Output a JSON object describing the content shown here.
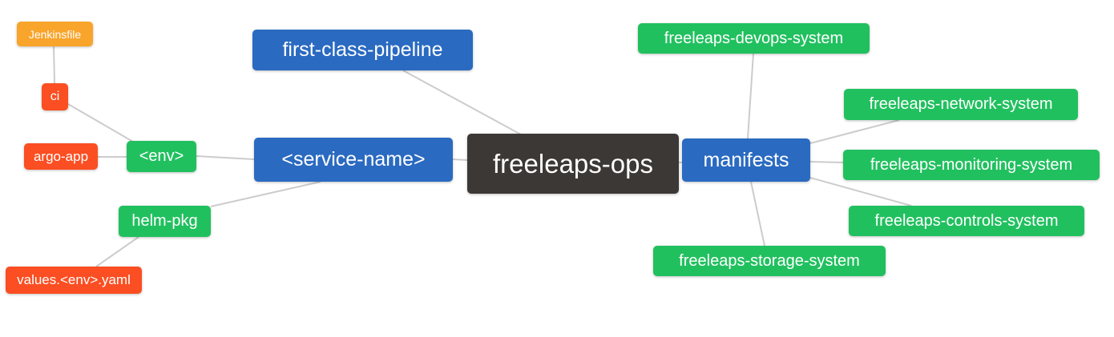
{
  "diagram": {
    "type": "mindmap",
    "background_color": "#ffffff",
    "edge_color": "#cccccc",
    "palette": {
      "root_node": "#3c3836",
      "branch_blue": "#2a6ac1",
      "leaf_green": "#21c05f",
      "leaf_red": "#fb4e22",
      "leaf_amber": "#f9a42a",
      "node_text": "#ffffff"
    },
    "nodes": [
      {
        "id": "jenkinsfile",
        "label": "Jenkinsfile",
        "color": "#f9a42a"
      },
      {
        "id": "ci",
        "label": "ci",
        "color": "#fb4e22"
      },
      {
        "id": "argo-app",
        "label": "argo-app",
        "color": "#fb4e22"
      },
      {
        "id": "env",
        "label": "<env>",
        "color": "#21c05f"
      },
      {
        "id": "first-class-pipeline",
        "label": "first-class-pipeline",
        "color": "#2a6ac1"
      },
      {
        "id": "service-name",
        "label": "<service-name>",
        "color": "#2a6ac1"
      },
      {
        "id": "helm-pkg",
        "label": "helm-pkg",
        "color": "#21c05f"
      },
      {
        "id": "values-env-yaml",
        "label": "values.<env>.yaml",
        "color": "#fb4e22"
      },
      {
        "id": "freeleaps-ops",
        "label": "freeleaps-ops",
        "color": "#3c3836"
      },
      {
        "id": "manifests",
        "label": "manifests",
        "color": "#2a6ac1"
      },
      {
        "id": "freeleaps-devops-system",
        "label": "freeleaps-devops-system",
        "color": "#21c05f"
      },
      {
        "id": "freeleaps-network-system",
        "label": "freeleaps-network-system",
        "color": "#21c05f"
      },
      {
        "id": "freeleaps-monitoring-system",
        "label": "freeleaps-monitoring-system",
        "color": "#21c05f"
      },
      {
        "id": "freeleaps-controls-system",
        "label": "freeleaps-controls-system",
        "color": "#21c05f"
      },
      {
        "id": "freeleaps-storage-system",
        "label": "freeleaps-storage-system",
        "color": "#21c05f"
      }
    ],
    "edges": [
      {
        "from": "jenkinsfile",
        "to": "ci"
      },
      {
        "from": "ci",
        "to": "env"
      },
      {
        "from": "argo-app",
        "to": "env"
      },
      {
        "from": "env",
        "to": "service-name"
      },
      {
        "from": "helm-pkg",
        "to": "service-name"
      },
      {
        "from": "values-env-yaml",
        "to": "helm-pkg"
      },
      {
        "from": "first-class-pipeline",
        "to": "freeleaps-ops"
      },
      {
        "from": "service-name",
        "to": "freeleaps-ops"
      },
      {
        "from": "freeleaps-ops",
        "to": "manifests"
      },
      {
        "from": "manifests",
        "to": "freeleaps-devops-system"
      },
      {
        "from": "manifests",
        "to": "freeleaps-network-system"
      },
      {
        "from": "manifests",
        "to": "freeleaps-monitoring-system"
      },
      {
        "from": "manifests",
        "to": "freeleaps-controls-system"
      },
      {
        "from": "manifests",
        "to": "freeleaps-storage-system"
      }
    ]
  }
}
